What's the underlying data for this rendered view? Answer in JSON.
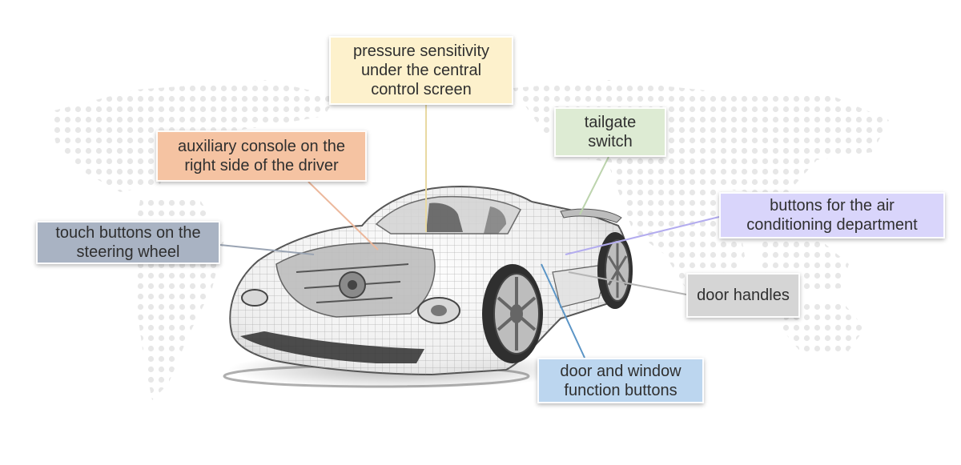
{
  "callouts": {
    "pressure": {
      "text": "pressure sensitivity under the central control screen",
      "color": "#fdf1cc",
      "line_color": "#e8d9a2"
    },
    "auxiliary": {
      "text": "auxiliary console on the right side of the driver",
      "color": "#f5c3a2",
      "line_color": "#ecb89c"
    },
    "tailgate": {
      "text": "tailgate switch",
      "color": "#ddebd3",
      "line_color": "#bcd4ad"
    },
    "air_conditioning": {
      "text": "buttons for the air conditioning department",
      "color": "#d9d5fb",
      "line_color": "#b3acef"
    },
    "touch_buttons": {
      "text": "touch buttons on the steering wheel",
      "color": "#a9b3c3",
      "line_color": "#9aa4b3"
    },
    "door_handles": {
      "text": "door handles",
      "color": "#d5d5d5",
      "line_color": "#b5b5b5"
    },
    "door_window": {
      "text": "door and window function buttons",
      "color": "#bcd6ef",
      "line_color": "#5b95c6"
    }
  }
}
